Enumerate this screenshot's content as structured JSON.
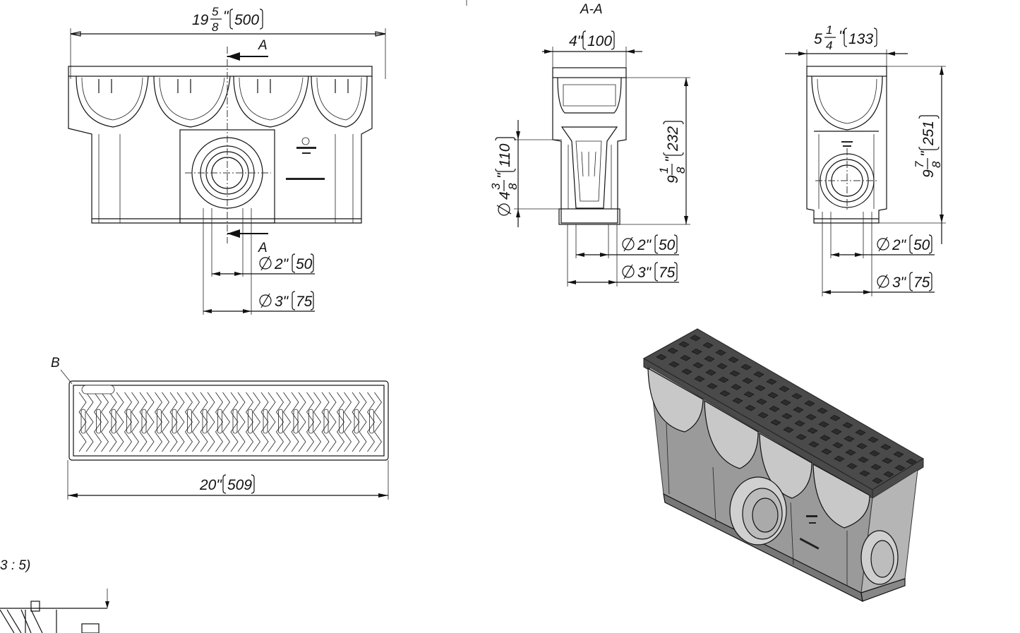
{
  "front_view": {
    "width_whole": "19",
    "width_num": "5",
    "width_den": "8",
    "width_mm": "500",
    "section_mark_top": "A",
    "section_mark_bottom": "A",
    "dia_small_in": "2\"",
    "dia_small_mm": "50",
    "dia_large_in": "3\"",
    "dia_large_mm": "75"
  },
  "section_view": {
    "title": "A-A",
    "width_in": "4\"",
    "width_mm": "100",
    "height_whole": "9",
    "height_num": "1",
    "height_den": "8",
    "height_mm": "232",
    "pipe_whole": "4",
    "pipe_num": "3",
    "pipe_den": "8",
    "pipe_mm": "110",
    "dia_small_in": "2\"",
    "dia_small_mm": "50",
    "dia_large_in": "3\"",
    "dia_large_mm": "75"
  },
  "end_view": {
    "width_whole": "5",
    "width_num": "1",
    "width_den": "4",
    "width_mm": "133",
    "height_whole": "9",
    "height_num": "7",
    "height_den": "8",
    "height_mm": "251",
    "dia_small_in": "2\"",
    "dia_small_mm": "50",
    "dia_large_in": "3\"",
    "dia_large_mm": "75"
  },
  "top_view": {
    "detail_mark": "B",
    "length_in": "20\"",
    "length_mm": "509"
  },
  "detail_view": {
    "scale_label": "3 : 5)"
  },
  "colors": {
    "line": "#111111",
    "body_gray": "#9a9a9a",
    "grate_dark": "#4a4a4a"
  }
}
